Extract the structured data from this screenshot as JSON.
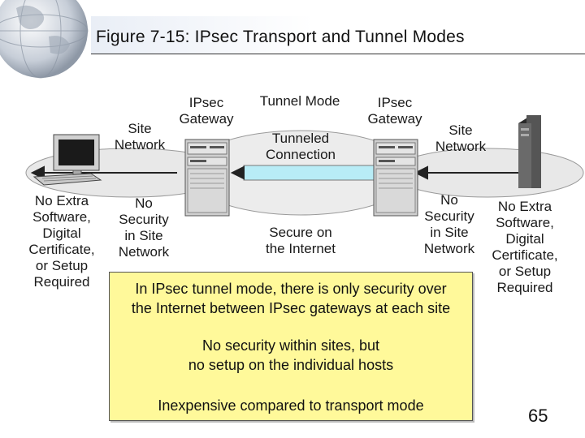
{
  "slide": {
    "title": "Figure 7-15: IPsec Transport and Tunnel Modes",
    "page_number": "65"
  },
  "diagram": {
    "labels": {
      "tunnel_mode": "Tunnel Mode",
      "ipsec_gateway_left": "IPsec\nGateway",
      "ipsec_gateway_right": "IPsec\nGateway",
      "site_network_left": "Site\nNetwork",
      "site_network_right": "Site\nNetwork",
      "tunneled_connection": "Tunneled\nConnection",
      "secure_internet": "Secure on\nthe Internet",
      "no_security_left": "No\nSecurity\nin Site\nNetwork",
      "no_security_right": "No\nSecurity\nin Site\nNetwork",
      "no_extra_left": "No Extra\nSoftware,\nDigital\nCertificate,\nor Setup\nRequired",
      "no_extra_right": "No Extra\nSoftware,\nDigital\nCertificate,\nor Setup\nRequired"
    },
    "colors": {
      "tunnel": "#b8ecf6",
      "network_fill": "#e8e8e8",
      "callout": "#fff99a"
    }
  },
  "callout": {
    "line1": "In IPsec tunnel mode, there is only security over\nthe Internet between IPsec gateways at each site",
    "line2": "No security within sites, but\nno setup on the individual hosts",
    "line3": "Inexpensive compared to transport mode"
  }
}
